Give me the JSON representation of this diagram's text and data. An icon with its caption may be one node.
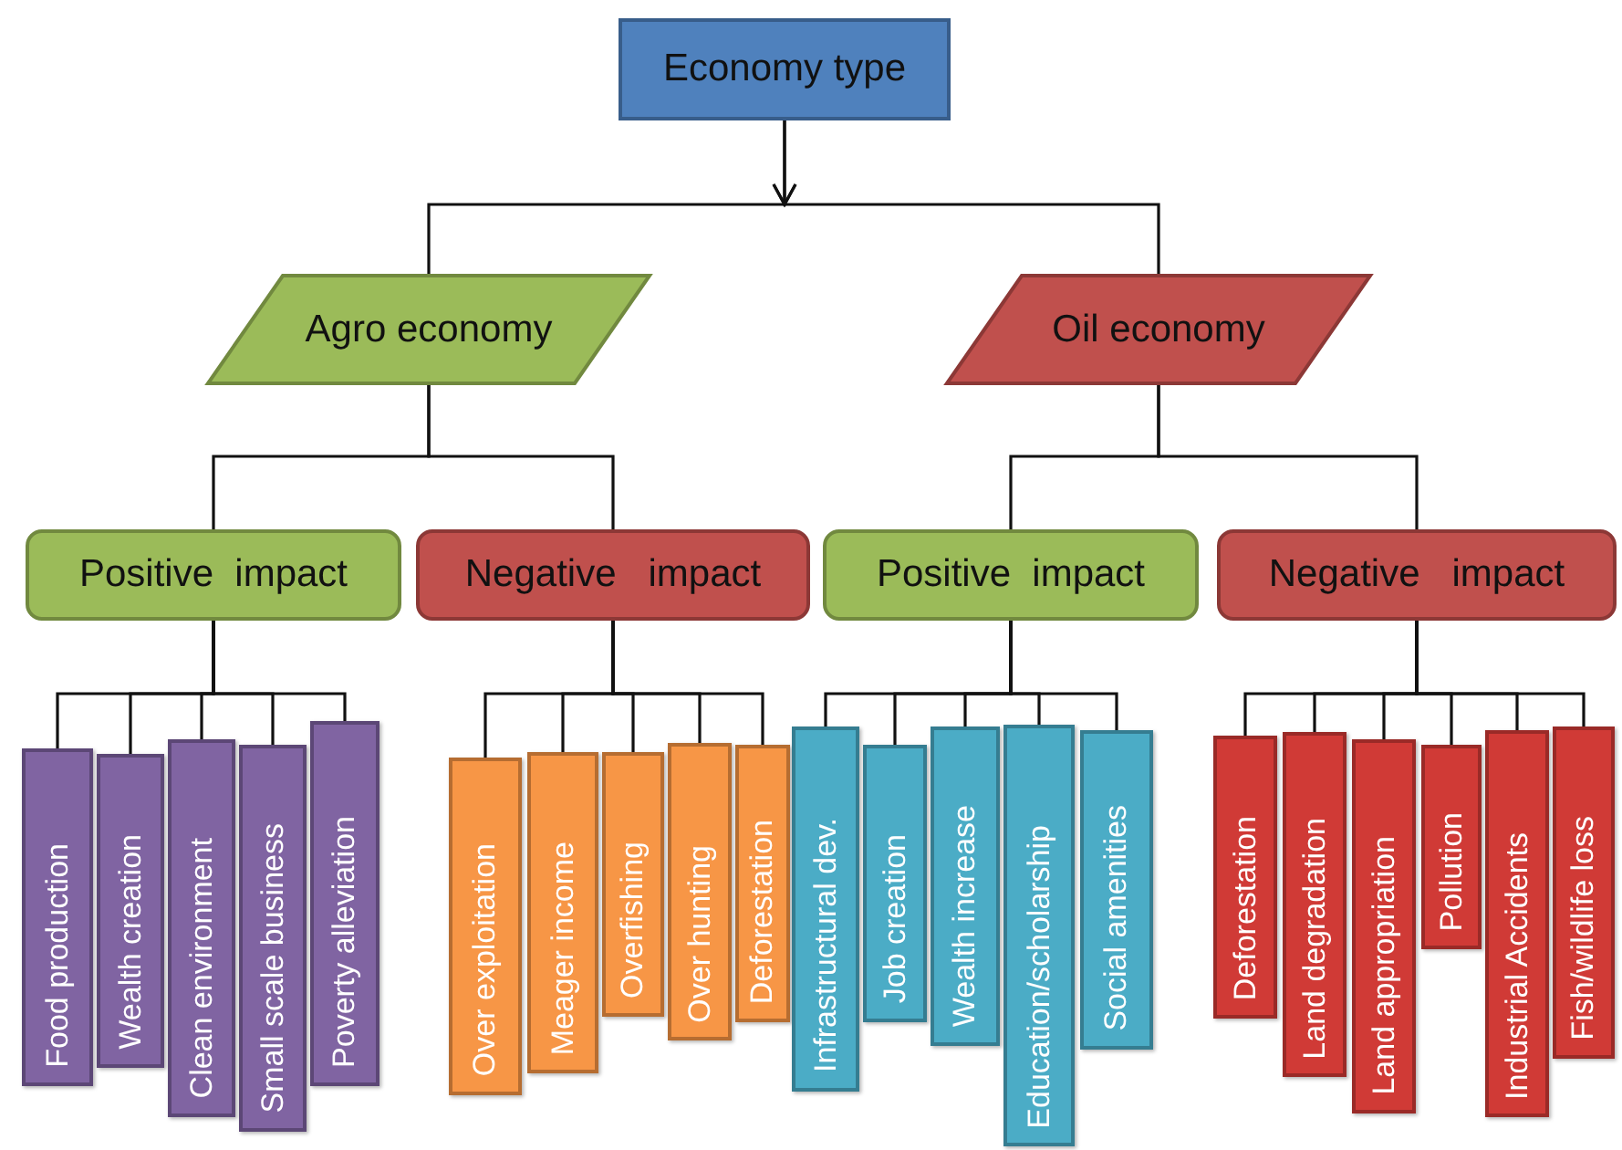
{
  "diagram": {
    "nodes": [
      {
        "text": [
          "Economy type"
        ]
      },
      {
        "text": [
          "Agro economy"
        ]
      },
      {
        "text": [
          "Oil economy"
        ]
      },
      {
        "text": [
          "Positive  impact"
        ]
      },
      {
        "text": [
          "Negative   impact"
        ]
      },
      {
        "text": [
          "Positive  impact"
        ]
      },
      {
        "text": [
          "Negative   impact"
        ]
      },
      {
        "text": [
          "Food production"
        ]
      },
      {
        "text": [
          "Wealth creation"
        ]
      },
      {
        "text": [
          "Clean environment"
        ]
      },
      {
        "text": [
          "Small scale business"
        ]
      },
      {
        "text": [
          "Poverty alleviation"
        ]
      },
      {
        "text": [
          "Over exploitation"
        ]
      },
      {
        "text": [
          "Meager income"
        ]
      },
      {
        "text": [
          "Overfishing"
        ]
      },
      {
        "text": [
          "Over hunting"
        ]
      },
      {
        "text": [
          "Deforestation"
        ]
      },
      {
        "text": [
          "Infrastructural dev."
        ]
      },
      {
        "text": [
          "Job creation"
        ]
      },
      {
        "text": [
          "Wealth increase"
        ]
      },
      {
        "text": [
          "Education/scholarship"
        ]
      },
      {
        "text": [
          "Social amenities"
        ]
      },
      {
        "text": [
          "Deforestation"
        ]
      },
      {
        "text": [
          "Land degradation"
        ]
      },
      {
        "text": [
          "Land appropriation"
        ]
      },
      {
        "text": [
          "Pollution"
        ]
      },
      {
        "text": [
          "Industrial Accidents"
        ]
      },
      {
        "text": [
          "Fish/wildlife loss"
        ]
      }
    ],
    "edges": [
      {
        "from": 0,
        "to": 1,
        "arrow": "to"
      },
      {
        "from": 0,
        "to": 2,
        "arrow": "to"
      },
      {
        "from": 1,
        "to": 3,
        "arrow": "none"
      },
      {
        "from": 1,
        "to": 4,
        "arrow": "none"
      },
      {
        "from": 2,
        "to": 5,
        "arrow": "none"
      },
      {
        "from": 2,
        "to": 6,
        "arrow": "none"
      },
      {
        "from": 3,
        "to": 7,
        "arrow": "none"
      },
      {
        "from": 3,
        "to": 8,
        "arrow": "none"
      },
      {
        "from": 3,
        "to": 9,
        "arrow": "none"
      },
      {
        "from": 3,
        "to": 10,
        "arrow": "none"
      },
      {
        "from": 3,
        "to": 11,
        "arrow": "none"
      },
      {
        "from": 4,
        "to": 12,
        "arrow": "none"
      },
      {
        "from": 4,
        "to": 13,
        "arrow": "none"
      },
      {
        "from": 4,
        "to": 14,
        "arrow": "none"
      },
      {
        "from": 4,
        "to": 15,
        "arrow": "none"
      },
      {
        "from": 4,
        "to": 16,
        "arrow": "none"
      },
      {
        "from": 5,
        "to": 17,
        "arrow": "none"
      },
      {
        "from": 5,
        "to": 18,
        "arrow": "none"
      },
      {
        "from": 5,
        "to": 19,
        "arrow": "none"
      },
      {
        "from": 5,
        "to": 20,
        "arrow": "none"
      },
      {
        "from": 5,
        "to": 21,
        "arrow": "none"
      },
      {
        "from": 6,
        "to": 22,
        "arrow": "none"
      },
      {
        "from": 6,
        "to": 23,
        "arrow": "none"
      },
      {
        "from": 6,
        "to": 24,
        "arrow": "none"
      },
      {
        "from": 6,
        "to": 25,
        "arrow": "none"
      },
      {
        "from": 6,
        "to": 26,
        "arrow": "none"
      },
      {
        "from": 6,
        "to": 27,
        "arrow": "none"
      }
    ]
  }
}
